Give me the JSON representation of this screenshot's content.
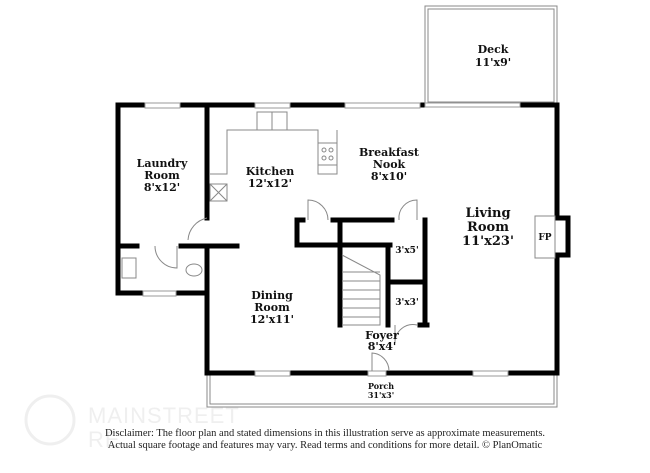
{
  "rooms": {
    "deck": {
      "name": "Deck",
      "size": "11'x9'"
    },
    "laundry": {
      "name1": "Laundry",
      "name2": "Room",
      "size": "8'x12'"
    },
    "kitchen": {
      "name": "Kitchen",
      "size": "12'x12'"
    },
    "nook": {
      "name1": "Breakfast",
      "name2": "Nook",
      "size": "8'x10'"
    },
    "living": {
      "name1": "Living",
      "name2": "Room",
      "size": "11'x23'"
    },
    "fireplace": "FP",
    "closet1": "3'x5'",
    "closet2": "3'x3'",
    "dining": {
      "name1": "Dining",
      "name2": "Room",
      "size": "12'x11'"
    },
    "foyer": {
      "name": "Foyer",
      "size": "8'x4'"
    },
    "porch": {
      "name": "Porch",
      "size": "31'x3'"
    }
  },
  "watermark": {
    "line1": "MAINSTREET",
    "line2": "RE"
  },
  "disclaimer": {
    "line1": "Disclaimer: The floor plan and stated dimensions in this illustration serve as approximate measurements.",
    "line2": "Actual square footage and features may vary. Read terms and conditions for more detail. © PlanOmatic"
  }
}
